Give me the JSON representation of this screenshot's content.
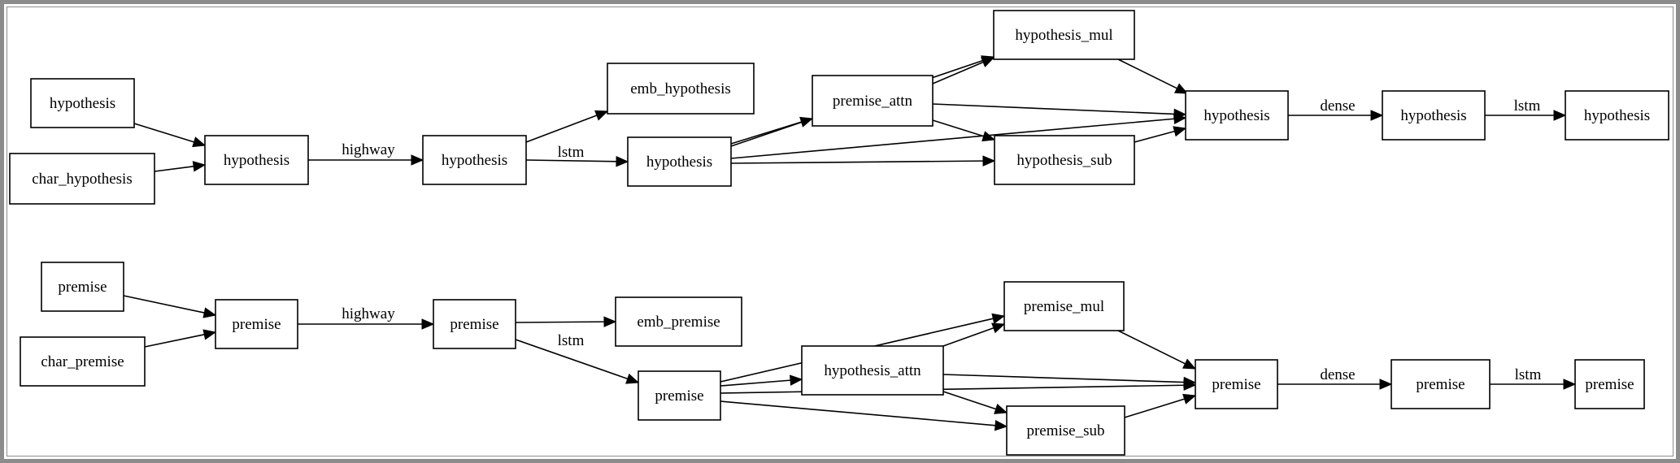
{
  "graph": {
    "nodes": [
      {
        "id": "h_in",
        "label": "hypothesis"
      },
      {
        "id": "h_char",
        "label": "char_hypothesis"
      },
      {
        "id": "h1",
        "label": "hypothesis"
      },
      {
        "id": "h2",
        "label": "hypothesis"
      },
      {
        "id": "h_emb",
        "label": "emb_hypothesis"
      },
      {
        "id": "h3",
        "label": "hypothesis"
      },
      {
        "id": "p_attn",
        "label": "premise_attn"
      },
      {
        "id": "h_mul",
        "label": "hypothesis_mul"
      },
      {
        "id": "h_sub",
        "label": "hypothesis_sub"
      },
      {
        "id": "h4",
        "label": "hypothesis"
      },
      {
        "id": "h5",
        "label": "hypothesis"
      },
      {
        "id": "h6",
        "label": "hypothesis"
      },
      {
        "id": "p_in",
        "label": "premise"
      },
      {
        "id": "p_char",
        "label": "char_premise"
      },
      {
        "id": "p1",
        "label": "premise"
      },
      {
        "id": "p2",
        "label": "premise"
      },
      {
        "id": "p_emb",
        "label": "emb_premise"
      },
      {
        "id": "p3",
        "label": "premise"
      },
      {
        "id": "h_attn",
        "label": "hypothesis_attn"
      },
      {
        "id": "p_mul",
        "label": "premise_mul"
      },
      {
        "id": "p_sub",
        "label": "premise_sub"
      },
      {
        "id": "p4",
        "label": "premise"
      },
      {
        "id": "p5",
        "label": "premise"
      },
      {
        "id": "p6",
        "label": "premise"
      }
    ],
    "edges": [
      {
        "from": "h_in",
        "to": "h1",
        "label": ""
      },
      {
        "from": "h_char",
        "to": "h1",
        "label": ""
      },
      {
        "from": "h1",
        "to": "h2",
        "label": "highway"
      },
      {
        "from": "h2",
        "to": "h_emb",
        "label": ""
      },
      {
        "from": "h2",
        "to": "h3",
        "label": "lstm"
      },
      {
        "from": "h3",
        "to": "p_attn",
        "label": ""
      },
      {
        "from": "h3",
        "to": "h_mul",
        "label": ""
      },
      {
        "from": "h3",
        "to": "h_sub",
        "label": ""
      },
      {
        "from": "h3",
        "to": "h4",
        "label": ""
      },
      {
        "from": "p_attn",
        "to": "h_mul",
        "label": ""
      },
      {
        "from": "p_attn",
        "to": "h_sub",
        "label": ""
      },
      {
        "from": "p_attn",
        "to": "h4",
        "label": ""
      },
      {
        "from": "h_mul",
        "to": "h4",
        "label": ""
      },
      {
        "from": "h_sub",
        "to": "h4",
        "label": ""
      },
      {
        "from": "h4",
        "to": "h5",
        "label": "dense"
      },
      {
        "from": "h5",
        "to": "h6",
        "label": "lstm"
      },
      {
        "from": "p_in",
        "to": "p1",
        "label": ""
      },
      {
        "from": "p_char",
        "to": "p1",
        "label": ""
      },
      {
        "from": "p1",
        "to": "p2",
        "label": "highway"
      },
      {
        "from": "p2",
        "to": "p_emb",
        "label": ""
      },
      {
        "from": "p2",
        "to": "p3",
        "label": "lstm"
      },
      {
        "from": "p3",
        "to": "h_attn",
        "label": ""
      },
      {
        "from": "p3",
        "to": "p_mul",
        "label": ""
      },
      {
        "from": "p3",
        "to": "p_sub",
        "label": ""
      },
      {
        "from": "p3",
        "to": "p4",
        "label": ""
      },
      {
        "from": "h_attn",
        "to": "p_mul",
        "label": ""
      },
      {
        "from": "h_attn",
        "to": "p_sub",
        "label": ""
      },
      {
        "from": "h_attn",
        "to": "p4",
        "label": ""
      },
      {
        "from": "p_mul",
        "to": "p4",
        "label": ""
      },
      {
        "from": "p_sub",
        "to": "p4",
        "label": ""
      },
      {
        "from": "p4",
        "to": "p5",
        "label": "dense"
      },
      {
        "from": "p5",
        "to": "p6",
        "label": "lstm"
      }
    ]
  }
}
